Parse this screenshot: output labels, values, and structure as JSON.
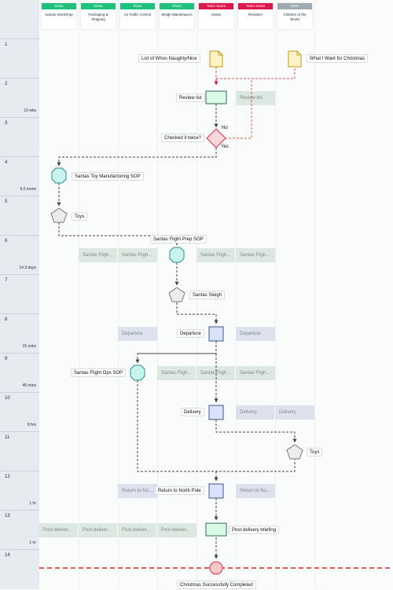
{
  "lanes": [
    {
      "tag": "Elves",
      "name": "Santas Workshop",
      "tag_color": "#1ec27a"
    },
    {
      "tag": "Elves",
      "name": "Packaging & Shipping",
      "tag_color": "#1ec27a"
    },
    {
      "tag": "Elves",
      "name": "Air Traffic Control",
      "tag_color": "#1ec27a"
    },
    {
      "tag": "Elves",
      "name": "Sleigh Maintenance",
      "tag_color": "#1ec27a"
    },
    {
      "tag": "Team Santa",
      "name": "Santa",
      "tag_color": "#e0174a"
    },
    {
      "tag": "Team Santa",
      "name": "Reindeer",
      "tag_color": "#e0174a"
    },
    {
      "tag": "Earth",
      "name": "Children of the World",
      "tag_color": "#a2aab1"
    }
  ],
  "rows": [
    {
      "num": "1",
      "duration": ""
    },
    {
      "num": "2",
      "duration": "10 wks"
    },
    {
      "num": "3",
      "duration": ""
    },
    {
      "num": "4",
      "duration": "9.0 mons"
    },
    {
      "num": "5",
      "duration": ""
    },
    {
      "num": "6",
      "duration": "14.3 days"
    },
    {
      "num": "7",
      "duration": ""
    },
    {
      "num": "8",
      "duration": "15 mins"
    },
    {
      "num": "9",
      "duration": "45 mins"
    },
    {
      "num": "10",
      "duration": "8 hrs"
    },
    {
      "num": "11",
      "duration": ""
    },
    {
      "num": "12",
      "duration": "1 hr"
    },
    {
      "num": "13",
      "duration": "1 hr"
    },
    {
      "num": "14",
      "duration": ""
    }
  ],
  "steps": {
    "naughty_nice": "List of Whos Naughty/Nice",
    "wish_list": "What I Want for Christmas",
    "review_list": "Review list",
    "checked_twice": "Checked it twice?",
    "no": "No",
    "yes": "Yes",
    "toy_sop": "Santas Toy Manufacturing SOP",
    "toys_1": "Toys",
    "flight_prep_sop": "Santas Flight Prep SOP",
    "santas_sleigh": "Santas Sleigh",
    "departure": "Departure",
    "flight_ops_sop": "Santas Flight Ops SOP",
    "delivery": "Delivery",
    "toys_2": "Toys",
    "return_north_pole": "Return to North Pole",
    "post_delivery": "Post-delivery briefing",
    "completed": "Christmas Successfully Completed"
  },
  "ghosts": {
    "review_list": "Review list",
    "santas_flight": "Santas Fligh...",
    "departure": "Departure",
    "delivery": "Delivery",
    "return": "Return to No...",
    "post_delivery": "Post-deliver..."
  }
}
